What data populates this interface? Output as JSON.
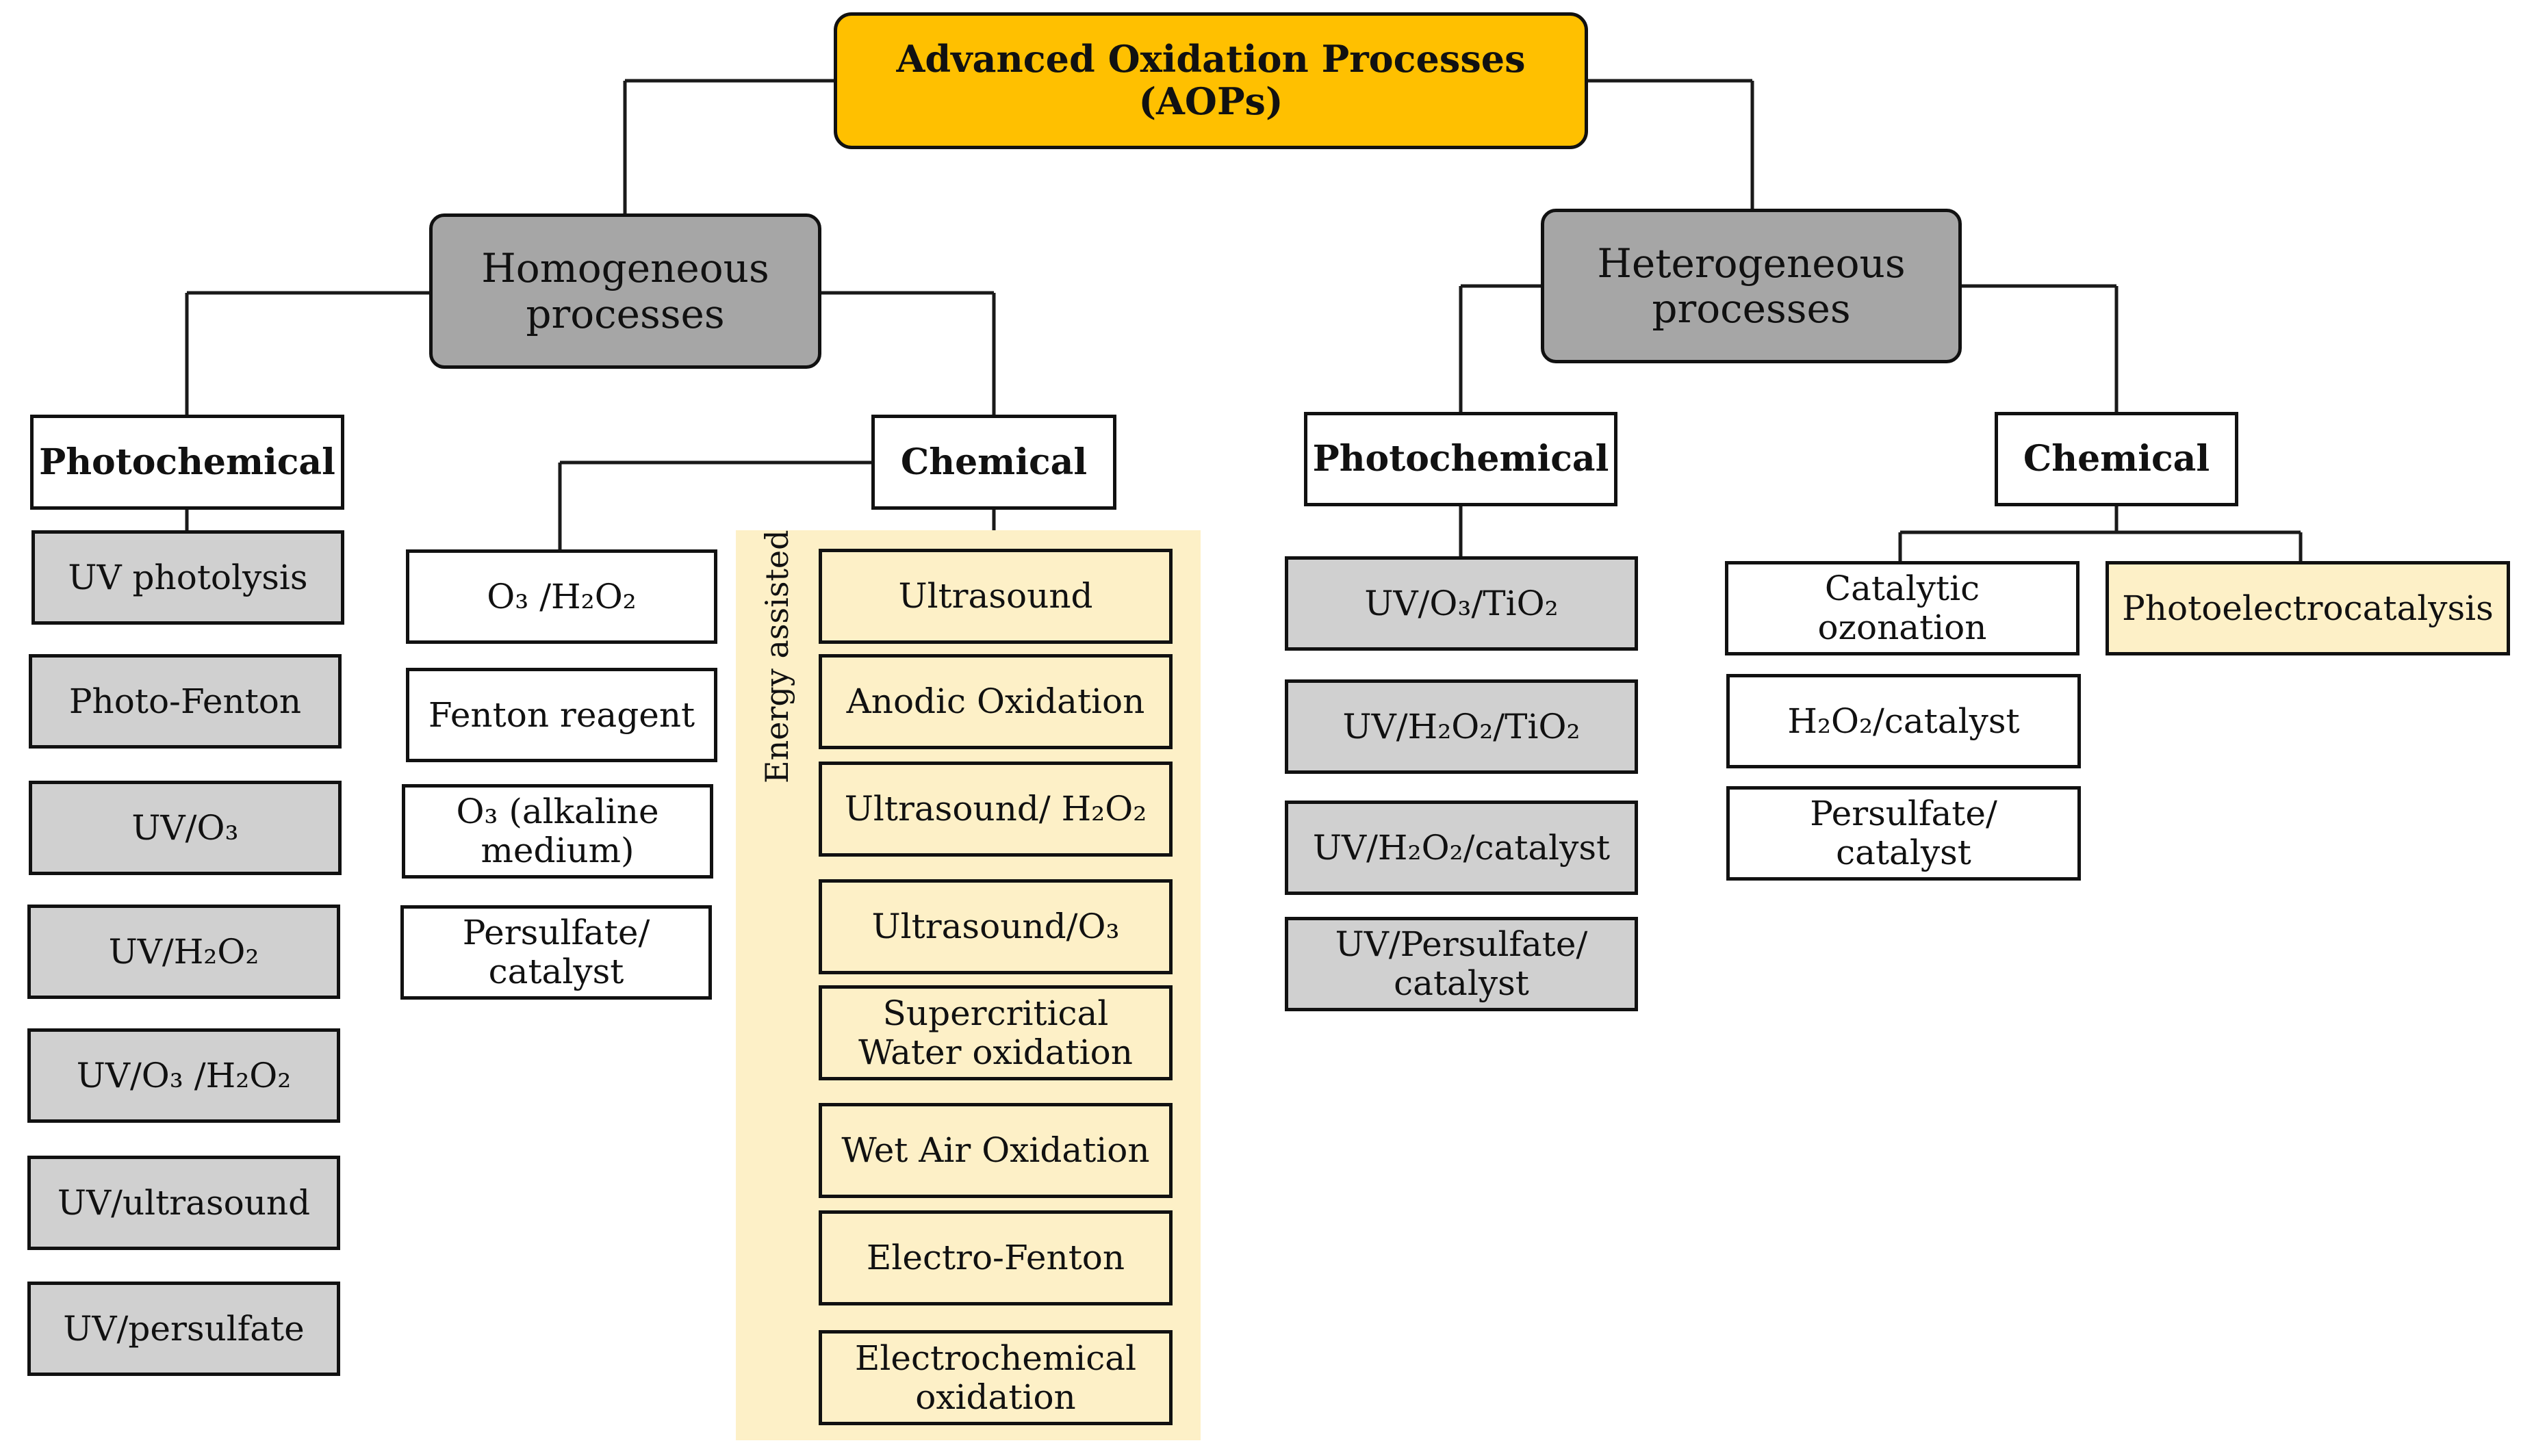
{
  "root": {
    "line1": "Advanced Oxidation Processes",
    "line2": "(AOPs)"
  },
  "homogeneous": {
    "line1": "Homogeneous",
    "line2": "processes",
    "photochemical": {
      "title": "Photochemical",
      "items": [
        "UV photolysis",
        "Photo-Fenton",
        "UV/O₃",
        "UV/H₂O₂",
        "UV/O₃ /H₂O₂",
        "UV/ultrasound",
        "UV/persulfate"
      ]
    },
    "chemical": {
      "title": "Chemical",
      "items": [
        "O₃ /H₂O₂",
        "Fenton reagent",
        {
          "line1": "O₃ (alkaline",
          "line2": "medium)"
        },
        {
          "line1": "Persulfate/",
          "line2": "catalyst"
        }
      ],
      "energy_assisted": {
        "label": "Energy assisted",
        "items": [
          "Ultrasound",
          "Anodic Oxidation",
          "Ultrasound/ H₂O₂",
          "Ultrasound/O₃",
          {
            "line1": "Supercritical",
            "line2": "Water oxidation"
          },
          "Wet Air Oxidation",
          "Electro-Fenton",
          {
            "line1": "Electrochemical",
            "line2": "oxidation"
          }
        ]
      }
    }
  },
  "heterogeneous": {
    "line1": "Heterogeneous",
    "line2": "processes",
    "photochemical": {
      "title": "Photochemical",
      "items": [
        "UV/O₃/TiO₂",
        "UV/H₂O₂/TiO₂",
        "UV/H₂O₂/catalyst",
        {
          "line1": "UV/Persulfate/",
          "line2": "catalyst"
        }
      ]
    },
    "chemical": {
      "title": "Chemical",
      "items": [
        {
          "line1": "Catalytic",
          "line2": "ozonation"
        },
        "H₂O₂/catalyst",
        {
          "line1": "Persulfate/",
          "line2": "catalyst"
        }
      ],
      "photoelectrocatalysis": "Photoelectrocatalysis"
    }
  },
  "colors": {
    "root_fill": "#ffc000",
    "category_fill": "#a6a6a6",
    "gray_fill": "#d0d0d0",
    "energy_fill": "#fdf0c7",
    "line": "#111111"
  }
}
